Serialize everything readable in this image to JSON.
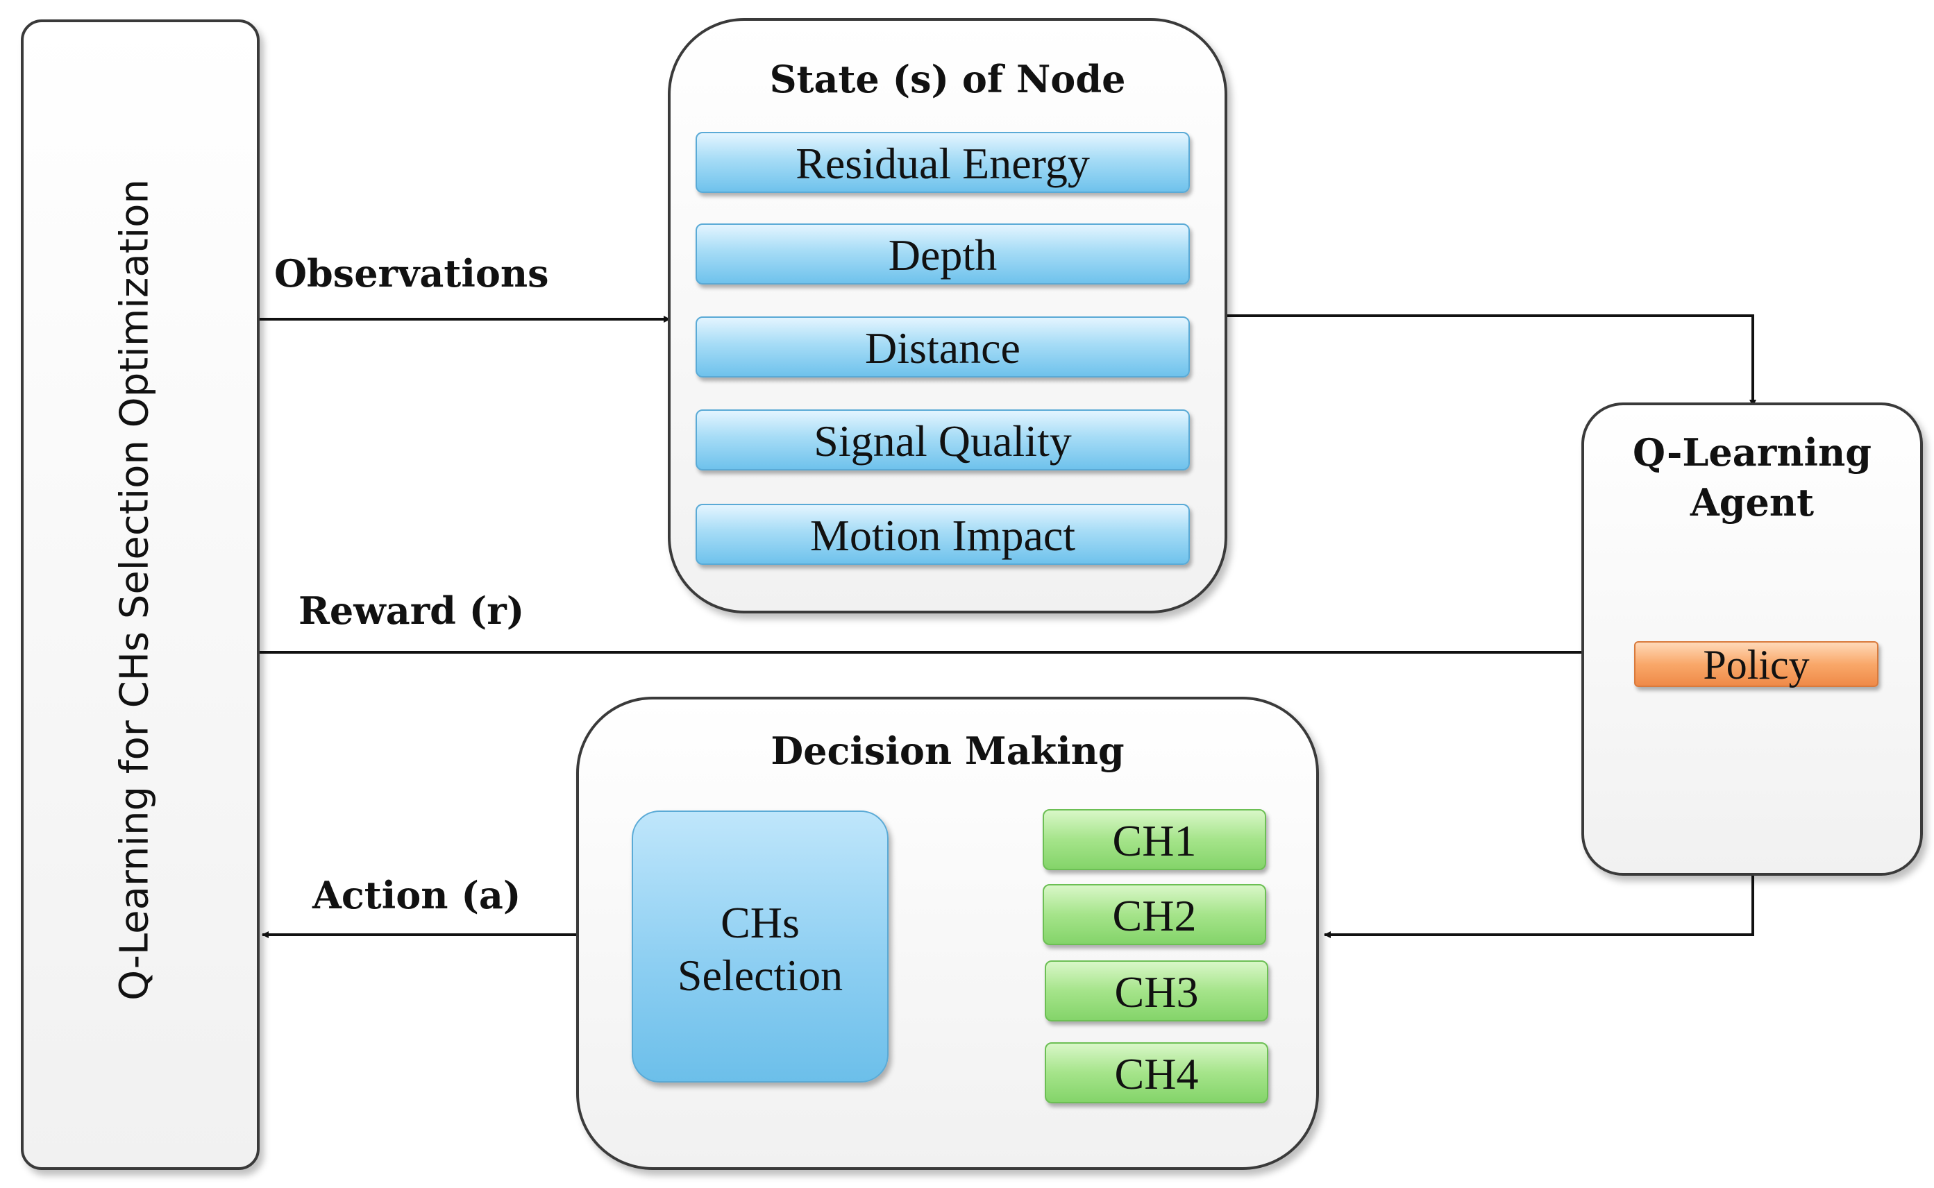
{
  "left_panel": {
    "label": "Q-Learning for CHs Selection Optimization"
  },
  "state_box": {
    "title": "State (s) of Node",
    "items": [
      "Residual  Energy",
      "Depth",
      "Distance",
      "Signal  Quality",
      "Motion  Impact"
    ]
  },
  "agent_box": {
    "title_line1": "Q-Learning",
    "title_line2": "Agent",
    "policy": "Policy"
  },
  "decision_box": {
    "title": "Decision Making",
    "selection_line1": "CHs",
    "selection_line2": "Selection",
    "cluster_heads": [
      "CH1",
      "CH2",
      "CH3",
      "CH4"
    ]
  },
  "arrows": {
    "observations": "Observations",
    "reward": "Reward (r)",
    "action": "Action (a)"
  }
}
